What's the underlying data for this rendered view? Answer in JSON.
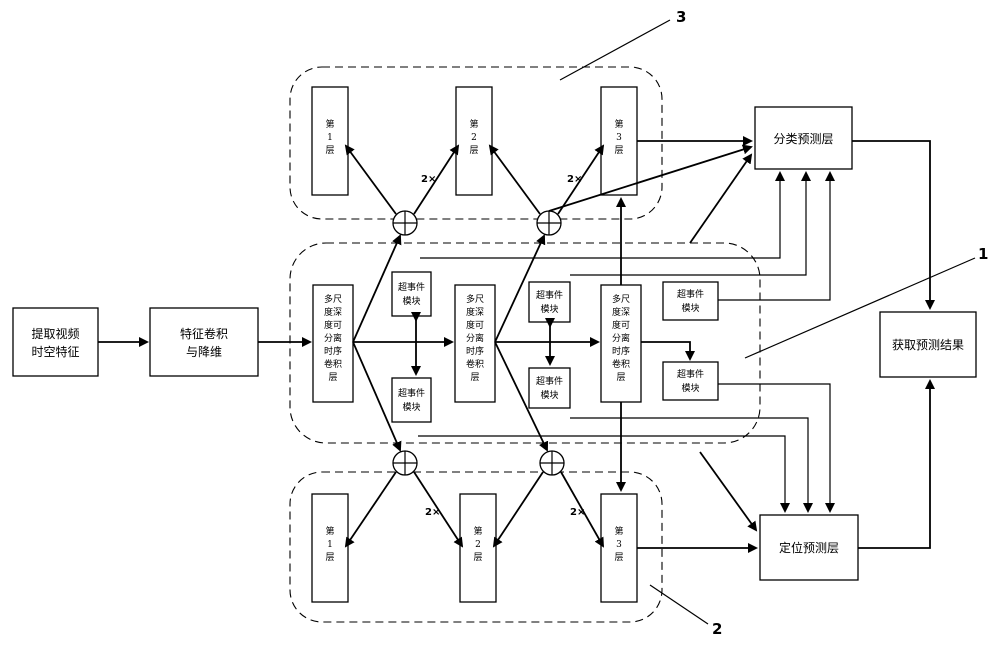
{
  "labels": {
    "extract": [
      "提取视频",
      "时空特征"
    ],
    "conv": [
      "特征卷积",
      "与降维"
    ],
    "msconv": [
      "多尺",
      "度深",
      "度可",
      "分离",
      "时序",
      "卷积",
      "层"
    ],
    "superevent": [
      "超事件",
      "模块"
    ],
    "layer1": [
      "第",
      "1",
      "层"
    ],
    "layer2": [
      "第",
      "2",
      "层"
    ],
    "layer3": [
      "第",
      "3",
      "层"
    ],
    "classify": "分类预测层",
    "locate": "定位预测层",
    "result": "获取预测结果",
    "upsample": "2×"
  },
  "callouts": {
    "one": "1",
    "two": "2",
    "three": "3"
  }
}
